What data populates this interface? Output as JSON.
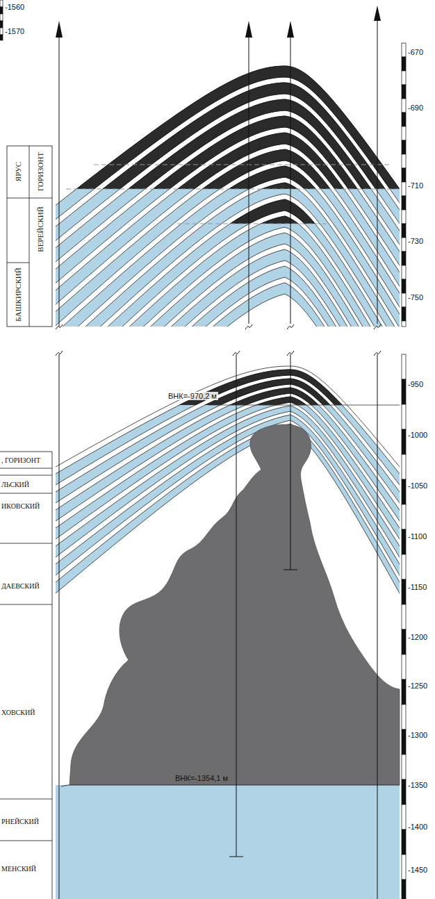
{
  "diagram": {
    "labels": [
      "-1560",
      "-1570",
      "ЯРУС",
      "ГОРИЗОНТ",
      "ВЕРЕЙСКИЙ",
      "БАШКИРСКИЙ",
      "-670",
      "-690",
      "-710",
      "-730",
      "-750",
      "ВНК=-970,2 м",
      ", ГОРИЗОНТ",
      "ЛЬСКИЙ",
      "ИКОВСКИЙ",
      "ДАЕВСКИЙ",
      "ХОВСКИЙ",
      "РНЕЙСКИЙ",
      "МЕНСКИЙ",
      "ВНК=-1354,1 м",
      "-950",
      "-1000",
      "-1050",
      "-1100",
      "-1150",
      "-1200",
      "-1250",
      "-1300",
      "-1350",
      "-1400",
      "-1450"
    ]
  }
}
